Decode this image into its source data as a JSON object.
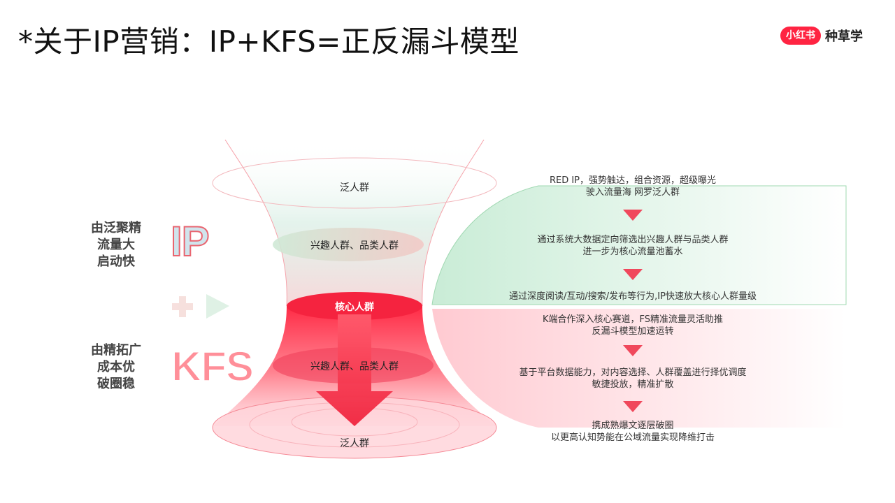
{
  "header": {
    "title": "*关于IP营销：IP+KFS=正反漏斗模型",
    "logo_badge": "小红书",
    "logo_text": "种草学"
  },
  "left": {
    "ip_label": [
      "由泛聚精",
      "流量大",
      "启动快"
    ],
    "ip_tag": "IP",
    "kfs_label": [
      "由精拓广",
      "成本优",
      "破圈稳"
    ],
    "kfs_tag": "KFS"
  },
  "funnel": {
    "top_wide": "泛人群",
    "top_mid": "兴趣人群、品类人群",
    "core": "核心人群",
    "bottom_mid": "兴趣人群、品类人群",
    "bottom_wide": "泛人群"
  },
  "ip_steps": [
    [
      "RED IP，强势触达，组合资源，超级曝光",
      "驶入流量海  网罗泛人群"
    ],
    [
      "通过系统大数据定向筛选出兴趣人群与品类人群",
      "进一步为核心流量池蓄水"
    ],
    [
      "通过深度阅读/互动/搜索/发布等行为,IP快速放大核心人群量级"
    ]
  ],
  "kfs_steps": [
    [
      "K端合作深入核心赛道，FS精准流量灵活助推",
      "反漏斗模型加速运转"
    ],
    [
      "基于平台数据能力，对内容选择、人群覆盖进行择优调度",
      "敏捷投放，精准扩散"
    ],
    [
      "携成熟爆文逐层破圈",
      "以更高认知势能在公域流量实现降维打击"
    ]
  ],
  "colors": {
    "accent_red": "#ff2442",
    "green_panel": "#dff3e6",
    "pink_panel": "#ffd6dc"
  }
}
